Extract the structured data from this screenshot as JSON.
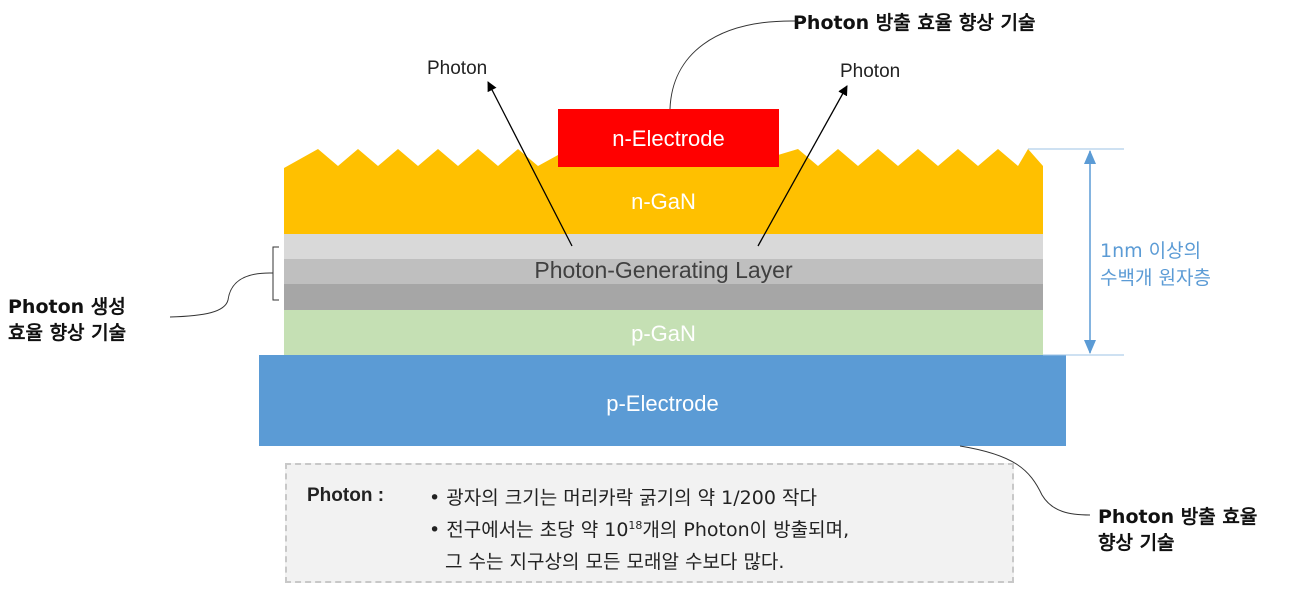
{
  "labels": {
    "top_callout": "Photon 방출 효율 향상 기술",
    "photon_left": "Photon",
    "photon_right": "Photon",
    "left_callout_line1": "Photon 생성",
    "left_callout_line2": "효율 향상 기술",
    "thickness_line1": "1nm 이상의",
    "thickness_line2": "수백개 원자층",
    "bottom_right_line1": "Photon 방출 효율",
    "bottom_right_line2": "향상 기술"
  },
  "layers": {
    "n_electrode": "n-Electrode",
    "n_gan": "n-GaN",
    "generating": "Photon-Generating Layer",
    "p_gan": "p-GaN",
    "p_electrode": "p-Electrode"
  },
  "note": {
    "title": "Photon :",
    "bullet1": "광자의 크기는 머리카락 굵기의 약 1/200 작다",
    "bullet2_pre": "전구에서는 초당 약 10",
    "bullet2_sup": "18",
    "bullet2_post": "개의 Photon이 방출되며,",
    "bullet3": "그 수는 지구상의 모든 모래알 수보다 많다."
  },
  "colors": {
    "n_electrode": "#ff0000",
    "n_gan": "#ffc000",
    "generating_top": "#d9d9d9",
    "generating_mid": "#bfbfbf",
    "generating_bottom": "#a6a6a6",
    "p_gan": "#c5e0b4",
    "p_electrode": "#5b9bd5",
    "dimension": "#5b9bd5"
  }
}
